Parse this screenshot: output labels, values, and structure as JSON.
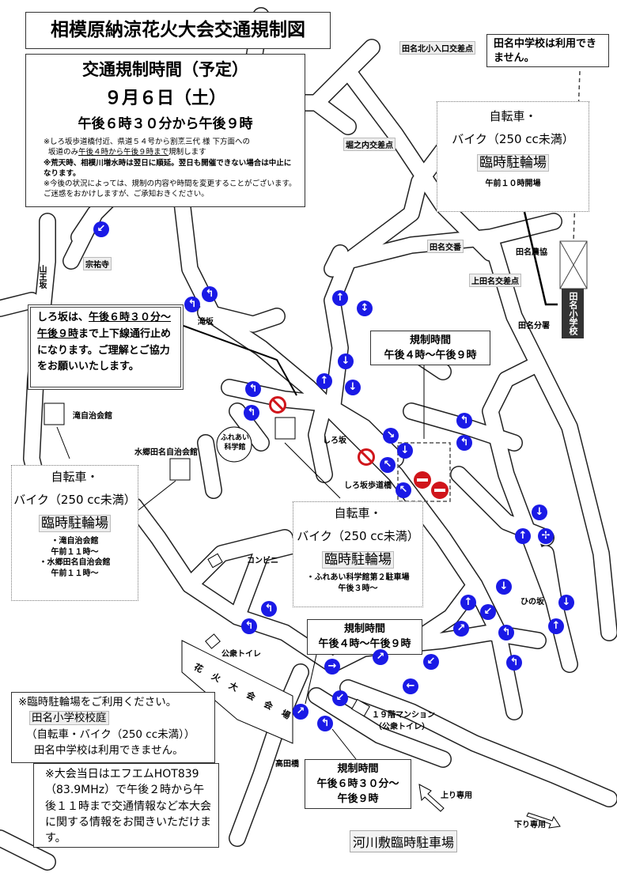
{
  "title": "相模原納涼花火大会交通規制図",
  "schedule": {
    "heading": "交通規制時間（予定）",
    "date": "９月６日（土）",
    "time": "午後６時３０分から午後９時",
    "note1a": "※しろ坂歩道橋付近、県道５４号から割烹三代 様 下方面への",
    "note1b": "坂道のみ",
    "note1u": "午後４時から午後９時まで",
    "note1c": "規制します",
    "note2": "※荒天時、相模川増水時は翌日に順延。翌日も開催できない場合は中止になります。",
    "note3": "※今後の状況によっては、規制の内容や時間を変更することがございます。ご迷惑をおかけしますが、ご承知おきください。"
  },
  "junior_notice": "田名中学校は利用できません。",
  "parking": [
    {
      "l1": "自転車・",
      "l2": "バイク（250 cc未満）",
      "title": "臨時駐輪場",
      "d": [
        "午前１０時開場"
      ]
    },
    {
      "l1": "自転車・",
      "l2": "バイク（250 cc未満）",
      "title": "臨時駐輪場",
      "d": [
        "・滝自治会館",
        "午前１１時～",
        "・水郷田名自治会館",
        "午前１１時～"
      ]
    },
    {
      "l1": "自転車・",
      "l2": "バイク（250 cc未満）",
      "title": "臨時駐輪場",
      "d": [
        "・ふれあい科学館第２駐車場",
        "午後３時～"
      ]
    }
  ],
  "shirosaka_notice": {
    "a": "しろ坂は、",
    "u": "午後６時３０分～午後９時",
    "b": "まで上下線通行止めになります。ご理解とご協力をお願いいたします。"
  },
  "reg": [
    {
      "h": "規制時間",
      "t": "午後４時～午後９時"
    },
    {
      "h": "規制時間",
      "t": "午後４時～午後９時"
    },
    {
      "h": "規制時間",
      "t": "午後６時３０分～",
      "t2": "午後９時"
    }
  ],
  "bottom1": {
    "a": "※臨時駐輪場をご利用ください。",
    "b": "田名小学校校庭",
    "c": "（自転車・バイク（250 cc未満））",
    "d": "田名中学校は利用できません。"
  },
  "bottom2": "※大会当日はエフエムHOT839（83.9MHz）で午後２時から午後１１時まで交通情報など本大会に関する情報をお聞きいただけます。",
  "river_parking": "河川敷臨時駐車場",
  "labels": {
    "kitasho": "田名北小入口交差点",
    "horinouchi": "堀之内交差点",
    "koban": "田名交番",
    "nokyo": "田名農協",
    "kamitana": "上田名交差点",
    "bunsho": "田名分署",
    "tanasho": "田名小学校",
    "sannozaka": "山王坂",
    "soyuji": "宗祐寺",
    "takizaka": "滝坂",
    "taki_hall": "滝自治会館",
    "suigo_hall": "水郷田名自治会館",
    "fureai": "ふれあい科学館",
    "shirosaka": "しろ坂",
    "hodokyo": "しろ坂歩道橋",
    "konbini": "コンビニ",
    "toilet": "公衆トイレ",
    "venue": "花火大会会場",
    "takadabashi": "高田橋",
    "hinosaka": "ひの坂",
    "mansion": "１９階マンション",
    "mansion_toilet": "（公衆トイレ）",
    "up_only": "上り専用",
    "down_only": "下り専用"
  }
}
